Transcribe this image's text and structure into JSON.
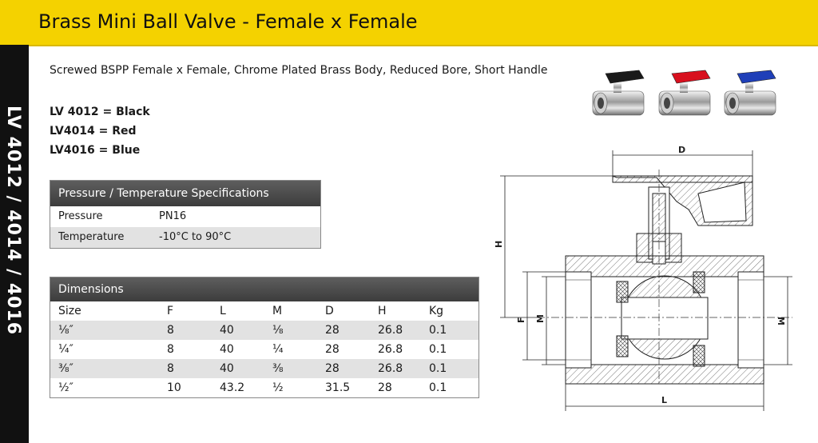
{
  "header": {
    "title": "Brass Mini Ball Valve - Female x Female"
  },
  "side_label": "LV 4012 / 4014 / 4016",
  "subtitle": "Screwed BSPP Female x Female, Chrome Plated Brass Body, Reduced Bore, Short Handle",
  "variants": [
    "LV 4012 = Black",
    "LV4014 = Red",
    "LV4016 = Blue"
  ],
  "handle_colors": [
    "#1a1a1a",
    "#d8101e",
    "#1f3fb8"
  ],
  "pressure_temp": {
    "title": "Pressure / Temperature Specifications",
    "rows": [
      {
        "label": "Pressure",
        "value": "PN16"
      },
      {
        "label": "Temperature",
        "value": "-10°C to 90°C"
      }
    ]
  },
  "dimensions": {
    "title": "Dimensions",
    "headers": [
      "Size",
      "F",
      "L",
      "M",
      "D",
      "H",
      "Kg"
    ],
    "rows": [
      [
        "⅛″",
        "8",
        "40",
        "⅛",
        "28",
        "26.8",
        "0.1"
      ],
      [
        "¼″",
        "8",
        "40",
        "¼",
        "28",
        "26.8",
        "0.1"
      ],
      [
        "⅜″",
        "8",
        "40",
        "⅜",
        "28",
        "26.8",
        "0.1"
      ],
      [
        "½″",
        "10",
        "43.2",
        "½",
        "31.5",
        "28",
        "0.1"
      ]
    ]
  },
  "drawing_labels": {
    "d": "D",
    "h": "H",
    "f": "F",
    "m_left": "M",
    "m_right": "M",
    "l": "L"
  }
}
